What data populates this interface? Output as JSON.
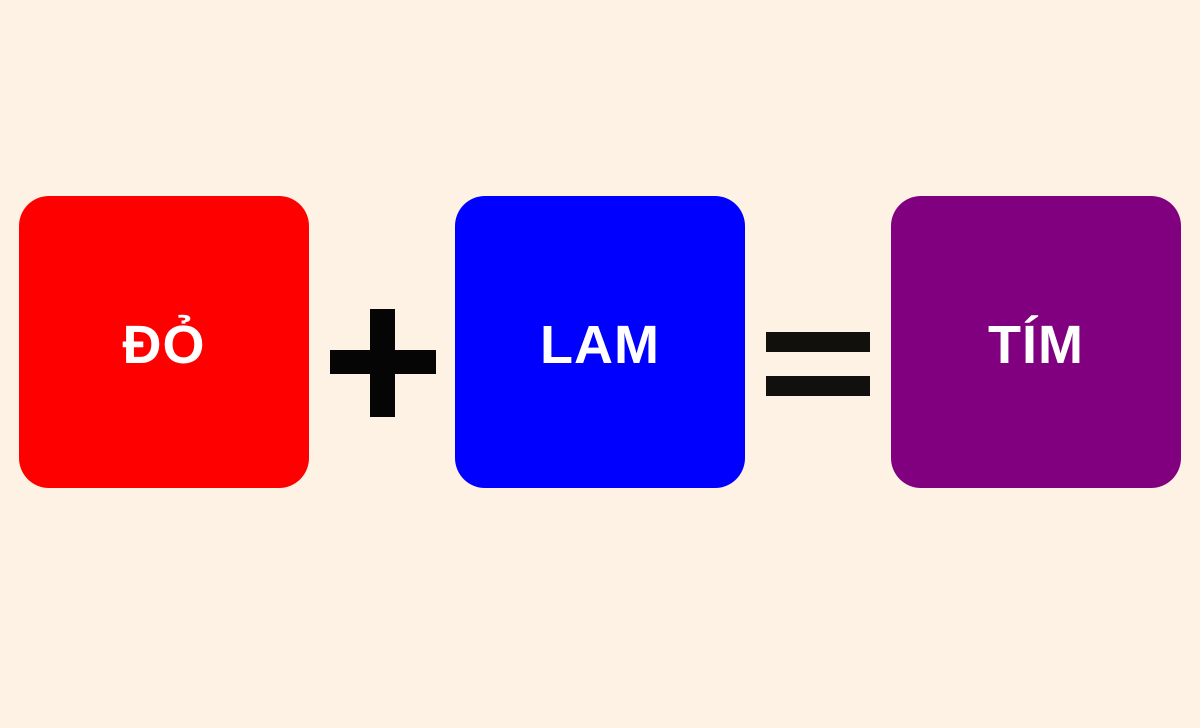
{
  "boxes": [
    {
      "label": "ĐỎ",
      "color": "#ff0000"
    },
    {
      "label": "LAM",
      "color": "#0000ff"
    },
    {
      "label": "TÍM",
      "color": "#800080"
    }
  ],
  "operators": [
    "plus",
    "equals"
  ],
  "colors": {
    "background": "#fdf2e4",
    "operator": "#050505",
    "text": "#ffffff"
  }
}
